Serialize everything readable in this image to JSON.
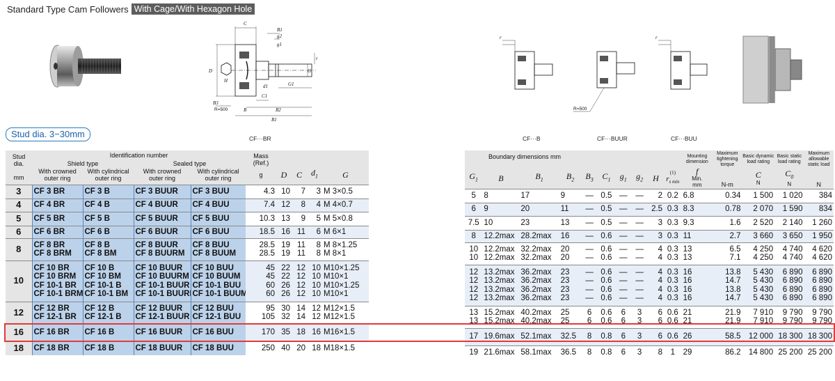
{
  "header": {
    "title": "Standard Type Cam Followers",
    "badge": "With Cage/With Hexagon Hole"
  },
  "stud_dia_label": "Stud dia. 3−30mm",
  "drawings": {
    "labels": {
      "C": "C",
      "B1": "B1",
      "g2": "g2",
      "g1": "g1",
      "r": "r",
      "D": "D",
      "d1": "d1",
      "H": "H",
      "C1": "C1",
      "G1": "G1",
      "G": "G",
      "B": "B",
      "B2": "B2",
      "B3": "B3",
      "R": "R=500"
    },
    "captions": [
      "CF···BR",
      "CF···B",
      "CF···BUUR",
      "CF···BUU"
    ]
  },
  "left_table": {
    "head": {
      "stud": [
        "Stud",
        "dia."
      ],
      "stud_unit": "mm",
      "ident": "Identification number",
      "shield": "Shield type",
      "sealed": "Sealed type",
      "sub": [
        "With crowned",
        "outer ring",
        "With cylindrical",
        "outer ring",
        "With crowned",
        "outer ring",
        "With cylindrical",
        "outer ring"
      ],
      "mass": [
        "Mass",
        "(Ref.)"
      ],
      "mass_unit": "g",
      "D": "D",
      "C": "C",
      "d1": "d1",
      "G": "G"
    },
    "rows": [
      {
        "stud": "3",
        "ids": [
          [
            "CF 3 BR"
          ],
          [
            "CF 3 B"
          ],
          [
            "CF 3 BUUR"
          ],
          [
            "CF 3 BUU"
          ]
        ],
        "mass": [
          "4.3"
        ],
        "D": [
          "10"
        ],
        "C": [
          "7"
        ],
        "d1": [
          "3"
        ],
        "G": [
          "M 3×0.5"
        ]
      },
      {
        "stud": "4",
        "ids": [
          [
            "CF 4 BR"
          ],
          [
            "CF 4 B"
          ],
          [
            "CF 4 BUUR"
          ],
          [
            "CF 4 BUU"
          ]
        ],
        "mass": [
          "7.4"
        ],
        "D": [
          "12"
        ],
        "C": [
          "8"
        ],
        "d1": [
          "4"
        ],
        "G": [
          "M 4×0.7"
        ]
      },
      {
        "stud": "5",
        "ids": [
          [
            "CF 5 BR"
          ],
          [
            "CF 5 B"
          ],
          [
            "CF 5 BUUR"
          ],
          [
            "CF 5 BUU"
          ]
        ],
        "mass": [
          "10.3"
        ],
        "D": [
          "13"
        ],
        "C": [
          "9"
        ],
        "d1": [
          "5"
        ],
        "G": [
          "M 5×0.8"
        ]
      },
      {
        "stud": "6",
        "ids": [
          [
            "CF 6 BR"
          ],
          [
            "CF 6 B"
          ],
          [
            "CF 6 BUUR"
          ],
          [
            "CF 6 BUU"
          ]
        ],
        "mass": [
          "18.5"
        ],
        "D": [
          "16"
        ],
        "C": [
          "11"
        ],
        "d1": [
          "6"
        ],
        "G": [
          "M 6×1"
        ]
      },
      {
        "stud": "8",
        "ids": [
          [
            "CF 8 BR",
            "CF 8 BRM"
          ],
          [
            "CF 8 B",
            "CF 8 BM"
          ],
          [
            "CF 8 BUUR",
            "CF 8 BUURM"
          ],
          [
            "CF 8 BUU",
            "CF 8 BUUM"
          ]
        ],
        "mass": [
          "28.5",
          "28.5"
        ],
        "D": [
          "19",
          "19"
        ],
        "C": [
          "11",
          "11"
        ],
        "d1": [
          "8",
          "8"
        ],
        "G": [
          "M 8×1.25",
          "M 8×1"
        ]
      },
      {
        "stud": "10",
        "ids": [
          [
            "CF 10 BR",
            "CF 10 BRM",
            "CF 10-1 BR",
            "CF 10-1 BRM"
          ],
          [
            "CF 10 B",
            "CF 10 BM",
            "CF 10-1 B",
            "CF 10-1 BM"
          ],
          [
            "CF 10 BUUR",
            "CF 10 BUURM",
            "CF 10-1 BUUR",
            "CF 10-1 BUURM"
          ],
          [
            "CF 10 BUU",
            "CF 10 BUUM",
            "CF 10-1 BUU",
            "CF 10-1 BUUM"
          ]
        ],
        "mass": [
          "45",
          "45",
          "60",
          "60"
        ],
        "D": [
          "22",
          "22",
          "26",
          "26"
        ],
        "C": [
          "12",
          "12",
          "12",
          "12"
        ],
        "d1": [
          "10",
          "10",
          "10",
          "10"
        ],
        "G": [
          "M10×1.25",
          "M10×1",
          "M10×1.25",
          "M10×1"
        ]
      },
      {
        "stud": "12",
        "ids": [
          [
            "CF 12 BR",
            "CF 12-1 BR"
          ],
          [
            "CF 12 B",
            "CF 12-1 B"
          ],
          [
            "CF 12 BUUR",
            "CF 12-1 BUUR"
          ],
          [
            "CF 12 BUU",
            "CF 12-1 BUU"
          ]
        ],
        "mass": [
          "95",
          "105"
        ],
        "D": [
          "30",
          "32"
        ],
        "C": [
          "14",
          "14"
        ],
        "d1": [
          "12",
          "12"
        ],
        "G": [
          "M12×1.5",
          "M12×1.5"
        ]
      },
      {
        "stud": "16",
        "ids": [
          [
            "CF 16 BR"
          ],
          [
            "CF 16 B"
          ],
          [
            "CF 16 BUUR"
          ],
          [
            "CF 16 BUU"
          ]
        ],
        "mass": [
          "170"
        ],
        "D": [
          "35"
        ],
        "C": [
          "18"
        ],
        "d1": [
          "16"
        ],
        "G": [
          "M16×1.5"
        ]
      },
      {
        "stud": "18",
        "ids": [
          [
            "CF 18 BR"
          ],
          [
            "CF 18 B"
          ],
          [
            "CF 18 BUUR"
          ],
          [
            "CF 18 BUU"
          ]
        ],
        "mass": [
          "250"
        ],
        "D": [
          "40"
        ],
        "C": [
          "20"
        ],
        "d1": [
          "18"
        ],
        "G": [
          "M18×1.5"
        ]
      }
    ]
  },
  "right_table": {
    "head": {
      "boundary": "Boundary dimensions  mm",
      "syms": [
        "G1",
        "B",
        "B1",
        "B2",
        "B3",
        "C1",
        "g1",
        "g2",
        "H",
        "rs min"
      ],
      "r_note": "(1)",
      "mount": [
        "Mounting",
        "dimension"
      ],
      "mount_sym": "f",
      "mount_min": "Min.",
      "mount_unit": "mm",
      "torque": [
        "Maximum",
        "tightening",
        "torque"
      ],
      "torque_unit": "N-m",
      "dyn": [
        "Basic dynamic",
        "load rating"
      ],
      "dyn_sym": "C",
      "dyn_unit": "N",
      "stat": [
        "Basic static",
        "load rating"
      ],
      "stat_sym": "C0",
      "stat_unit": "N",
      "maxload": [
        "Maximum",
        "allowable",
        "static load"
      ],
      "maxload_unit": "N"
    },
    "rows": [
      {
        "G1": [
          "5"
        ],
        "B": [
          "8"
        ],
        "B1": [
          "17"
        ],
        "B2": [
          "9"
        ],
        "B3": [
          "—"
        ],
        "C1": [
          "0.5"
        ],
        "g1": [
          "—"
        ],
        "g2": [
          "—"
        ],
        "H": [
          "2"
        ],
        "r": [
          "0.2"
        ],
        "f": [
          "6.8"
        ],
        "T": [
          "0.34"
        ],
        "C": [
          "1 500"
        ],
        "C0": [
          "1 020"
        ],
        "M": [
          "384"
        ]
      },
      {
        "G1": [
          "6"
        ],
        "B": [
          "9"
        ],
        "B1": [
          "20"
        ],
        "B2": [
          "11"
        ],
        "B3": [
          "—"
        ],
        "C1": [
          "0.5"
        ],
        "g1": [
          "—"
        ],
        "g2": [
          "—"
        ],
        "H": [
          "2.5"
        ],
        "r": [
          "0.3"
        ],
        "f": [
          "8.3"
        ],
        "T": [
          "0.78"
        ],
        "C": [
          "2 070"
        ],
        "C0": [
          "1 590"
        ],
        "M": [
          "834"
        ]
      },
      {
        "G1": [
          "7.5"
        ],
        "B": [
          "10"
        ],
        "B1": [
          "23"
        ],
        "B2": [
          "13"
        ],
        "B3": [
          "—"
        ],
        "C1": [
          "0.5"
        ],
        "g1": [
          "—"
        ],
        "g2": [
          "—"
        ],
        "H": [
          "3"
        ],
        "r": [
          "0.3"
        ],
        "f": [
          "9.3"
        ],
        "T": [
          "1.6"
        ],
        "C": [
          "2 520"
        ],
        "C0": [
          "2 140"
        ],
        "M": [
          "1 260"
        ]
      },
      {
        "G1": [
          "8"
        ],
        "B": [
          "12.2max"
        ],
        "B1": [
          "28.2max"
        ],
        "B2": [
          "16"
        ],
        "B3": [
          "—"
        ],
        "C1": [
          "0.6"
        ],
        "g1": [
          "—"
        ],
        "g2": [
          "—"
        ],
        "H": [
          "3"
        ],
        "r": [
          "0.3"
        ],
        "f": [
          "11"
        ],
        "T": [
          "2.7"
        ],
        "C": [
          "3 660"
        ],
        "C0": [
          "3 650"
        ],
        "M": [
          "1 950"
        ]
      },
      {
        "G1": [
          "10",
          "10"
        ],
        "B": [
          "12.2max",
          "12.2max"
        ],
        "B1": [
          "32.2max",
          "32.2max"
        ],
        "B2": [
          "20",
          "20"
        ],
        "B3": [
          "—",
          "—"
        ],
        "C1": [
          "0.6",
          "0.6"
        ],
        "g1": [
          "—",
          "—"
        ],
        "g2": [
          "—",
          "—"
        ],
        "H": [
          "4",
          "4"
        ],
        "r": [
          "0.3",
          "0.3"
        ],
        "f": [
          "13",
          "13"
        ],
        "T": [
          "6.5",
          "7.1"
        ],
        "C": [
          "4 250",
          "4 250"
        ],
        "C0": [
          "4 740",
          "4 740"
        ],
        "M": [
          "4 620",
          "4 620"
        ]
      },
      {
        "G1": [
          "12",
          "12",
          "12",
          "12"
        ],
        "B": [
          "13.2max",
          "13.2max",
          "13.2max",
          "13.2max"
        ],
        "B1": [
          "36.2max",
          "36.2max",
          "36.2max",
          "36.2max"
        ],
        "B2": [
          "23",
          "23",
          "23",
          "23"
        ],
        "B3": [
          "—",
          "—",
          "—",
          "—"
        ],
        "C1": [
          "0.6",
          "0.6",
          "0.6",
          "0.6"
        ],
        "g1": [
          "—",
          "—",
          "—",
          "—"
        ],
        "g2": [
          "—",
          "—",
          "—",
          "—"
        ],
        "H": [
          "4",
          "4",
          "4",
          "4"
        ],
        "r": [
          "0.3",
          "0.3",
          "0.3",
          "0.3"
        ],
        "f": [
          "16",
          "16",
          "16",
          "16"
        ],
        "T": [
          "13.8",
          "14.7",
          "13.8",
          "14.7"
        ],
        "C": [
          "5 430",
          "5 430",
          "5 430",
          "5 430"
        ],
        "C0": [
          "6 890",
          "6 890",
          "6 890",
          "6 890"
        ],
        "M": [
          "6 890",
          "6 890",
          "6 890",
          "6 890"
        ]
      },
      {
        "G1": [
          "13",
          "13"
        ],
        "B": [
          "15.2max",
          "15.2max"
        ],
        "B1": [
          "40.2max",
          "40.2max"
        ],
        "B2": [
          "25",
          "25"
        ],
        "B3": [
          "6",
          "6"
        ],
        "C1": [
          "0.6",
          "0.6"
        ],
        "g1": [
          "6",
          "6"
        ],
        "g2": [
          "3",
          "3"
        ],
        "H": [
          "6",
          "6"
        ],
        "r": [
          "0.6",
          "0.6"
        ],
        "f": [
          "21",
          "21"
        ],
        "T": [
          "21.9",
          "21.9"
        ],
        "C": [
          "7 910",
          "7 910"
        ],
        "C0": [
          "9 790",
          "9 790"
        ],
        "M": [
          "9 790",
          "9 790"
        ]
      },
      {
        "G1": [
          "17"
        ],
        "B": [
          "19.6max"
        ],
        "B1": [
          "52.1max"
        ],
        "B2": [
          "32.5"
        ],
        "B3": [
          "8"
        ],
        "C1": [
          "0.8"
        ],
        "g1": [
          "6"
        ],
        "g2": [
          "3"
        ],
        "H": [
          "6"
        ],
        "r": [
          "0.6"
        ],
        "f": [
          "26"
        ],
        "T": [
          "58.5"
        ],
        "C": [
          "12 000"
        ],
        "C0": [
          "18 300"
        ],
        "M": [
          "18 300"
        ]
      },
      {
        "G1": [
          "19"
        ],
        "B": [
          "21.6max"
        ],
        "B1": [
          "58.1max"
        ],
        "B2": [
          "36.5"
        ],
        "B3": [
          "8"
        ],
        "C1": [
          "0.8"
        ],
        "g1": [
          "6"
        ],
        "g2": [
          "3"
        ],
        "H": [
          "8"
        ],
        "r": [
          "1"
        ],
        "f": [
          "29"
        ],
        "T": [
          "86.2"
        ],
        "C": [
          "14 800"
        ],
        "C0": [
          "25 200"
        ],
        "M": [
          "25 200"
        ]
      }
    ]
  },
  "highlight_row": "16",
  "colors": {
    "id_blue": "#bcd2ea",
    "alt_row": "#e8eef7",
    "header_gray": "#e5e5e5",
    "highlight": "#e23a3a",
    "badge": "#5d5d5d"
  }
}
